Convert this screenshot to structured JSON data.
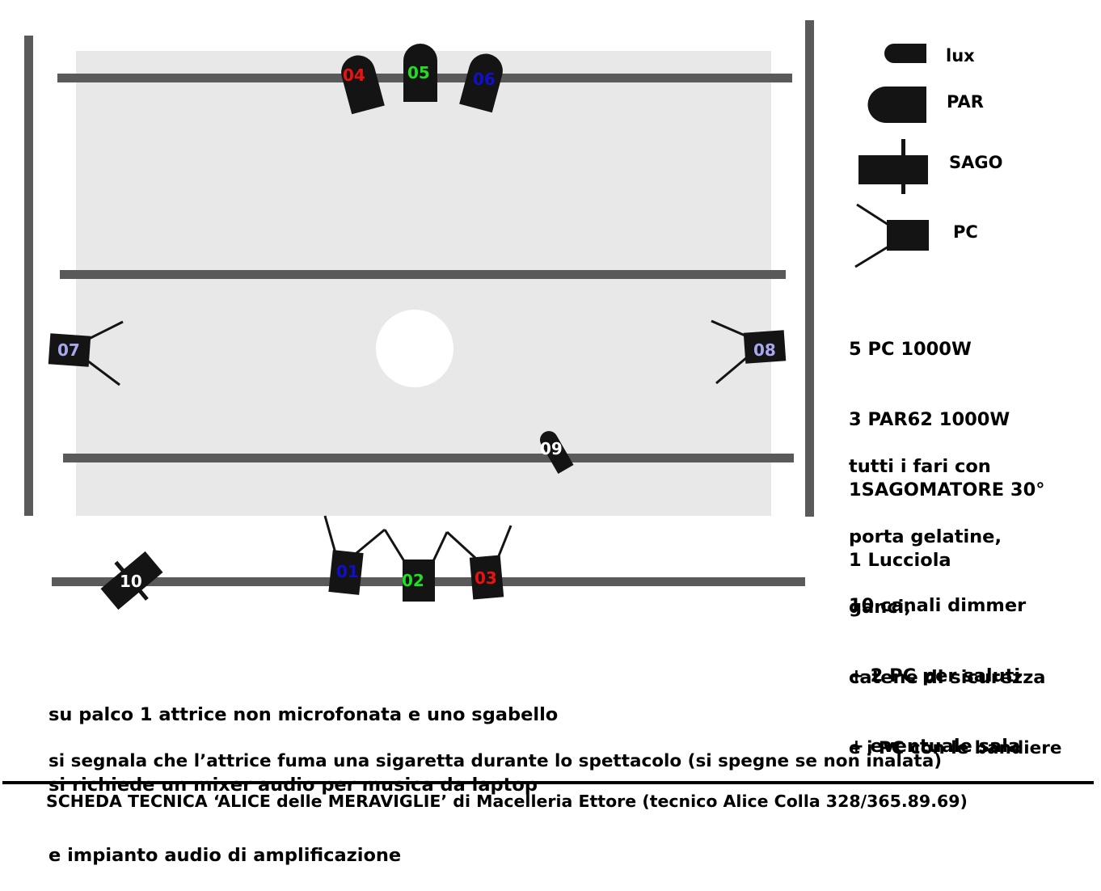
{
  "legend": [
    {
      "symbol": "lux",
      "label": "lux"
    },
    {
      "symbol": "par",
      "label": "PAR"
    },
    {
      "symbol": "sago",
      "label": "SAGO"
    },
    {
      "symbol": "pc",
      "label": "PC"
    }
  ],
  "fixtures": [
    {
      "id": "01",
      "type": "PC",
      "color": "#1010cc"
    },
    {
      "id": "02",
      "type": "PC",
      "color": "#22dd22"
    },
    {
      "id": "03",
      "type": "PC",
      "color": "#ee1111"
    },
    {
      "id": "04",
      "type": "PAR",
      "color": "#ee1111"
    },
    {
      "id": "05",
      "type": "PAR",
      "color": "#22dd22"
    },
    {
      "id": "06",
      "type": "PAR",
      "color": "#1010cc"
    },
    {
      "id": "07",
      "type": "PC",
      "color": "#a8a8f0"
    },
    {
      "id": "08",
      "type": "PC",
      "color": "#a8a8f0"
    },
    {
      "id": "09",
      "type": "lux",
      "color": "#ffffff"
    },
    {
      "id": "10",
      "type": "SAGO",
      "color": "#ffffff"
    }
  ],
  "equipment": [
    "5 PC 1000W",
    "3 PAR62 1000W",
    "1SAGOMATORE 30°",
    "1 Lucciola"
  ],
  "accessories": [
    "tutti i fari con",
    "porta gelatine,",
    "ganci,",
    "catene di sicurezza",
    "e i PC con le bandiere"
  ],
  "dimmers": [
    "10 canali dimmer",
    "+ 2 PC per saluti",
    "+ eventuale sala"
  ],
  "stage_notes": [
    "su palco 1 attrice non microfonata e uno sgabello",
    "si richiede un mixer audio per musica da laptop",
    "e impianto audio di amplificazione"
  ],
  "smoking_note": "si segnala che l’attrice fuma una sigaretta durante lo spettacolo (si spegne se non inalata)",
  "footer": "SCHEDA TECNICA ‘ALICE delle MERAVIGLIE’ di Macelleria Ettore (tecnico Alice Colla 328/365.89.69)",
  "colors": {
    "stage": "#e8e8e8",
    "truss": "#5a5a5a",
    "fixture": "#141414"
  }
}
